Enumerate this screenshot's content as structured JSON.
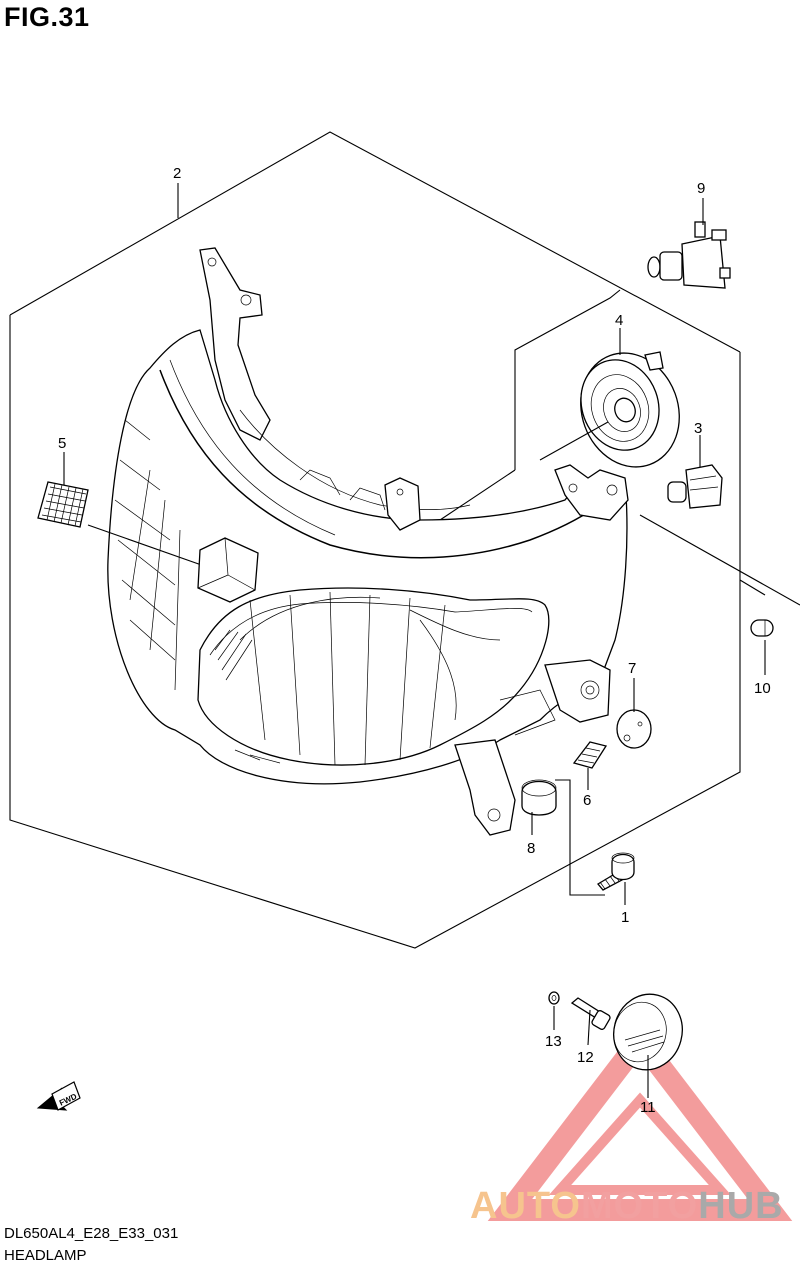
{
  "figure": {
    "title": "FIG.31",
    "code": "DL650AL4_E28_E33_031",
    "name": "HEADLAMP"
  },
  "callouts": [
    "1",
    "2",
    "3",
    "4",
    "5",
    "6",
    "7",
    "8",
    "9",
    "10",
    "11",
    "12",
    "13"
  ],
  "fwd_label": "FWD",
  "watermark": {
    "part1": "AUTO",
    "part2": "MOTO",
    "part3": "HUB",
    "colors": {
      "auto": "#f6c48e",
      "moto": "#f2a0a0",
      "hub": "#a9a9a9",
      "triangle": "#f07b7b"
    }
  }
}
